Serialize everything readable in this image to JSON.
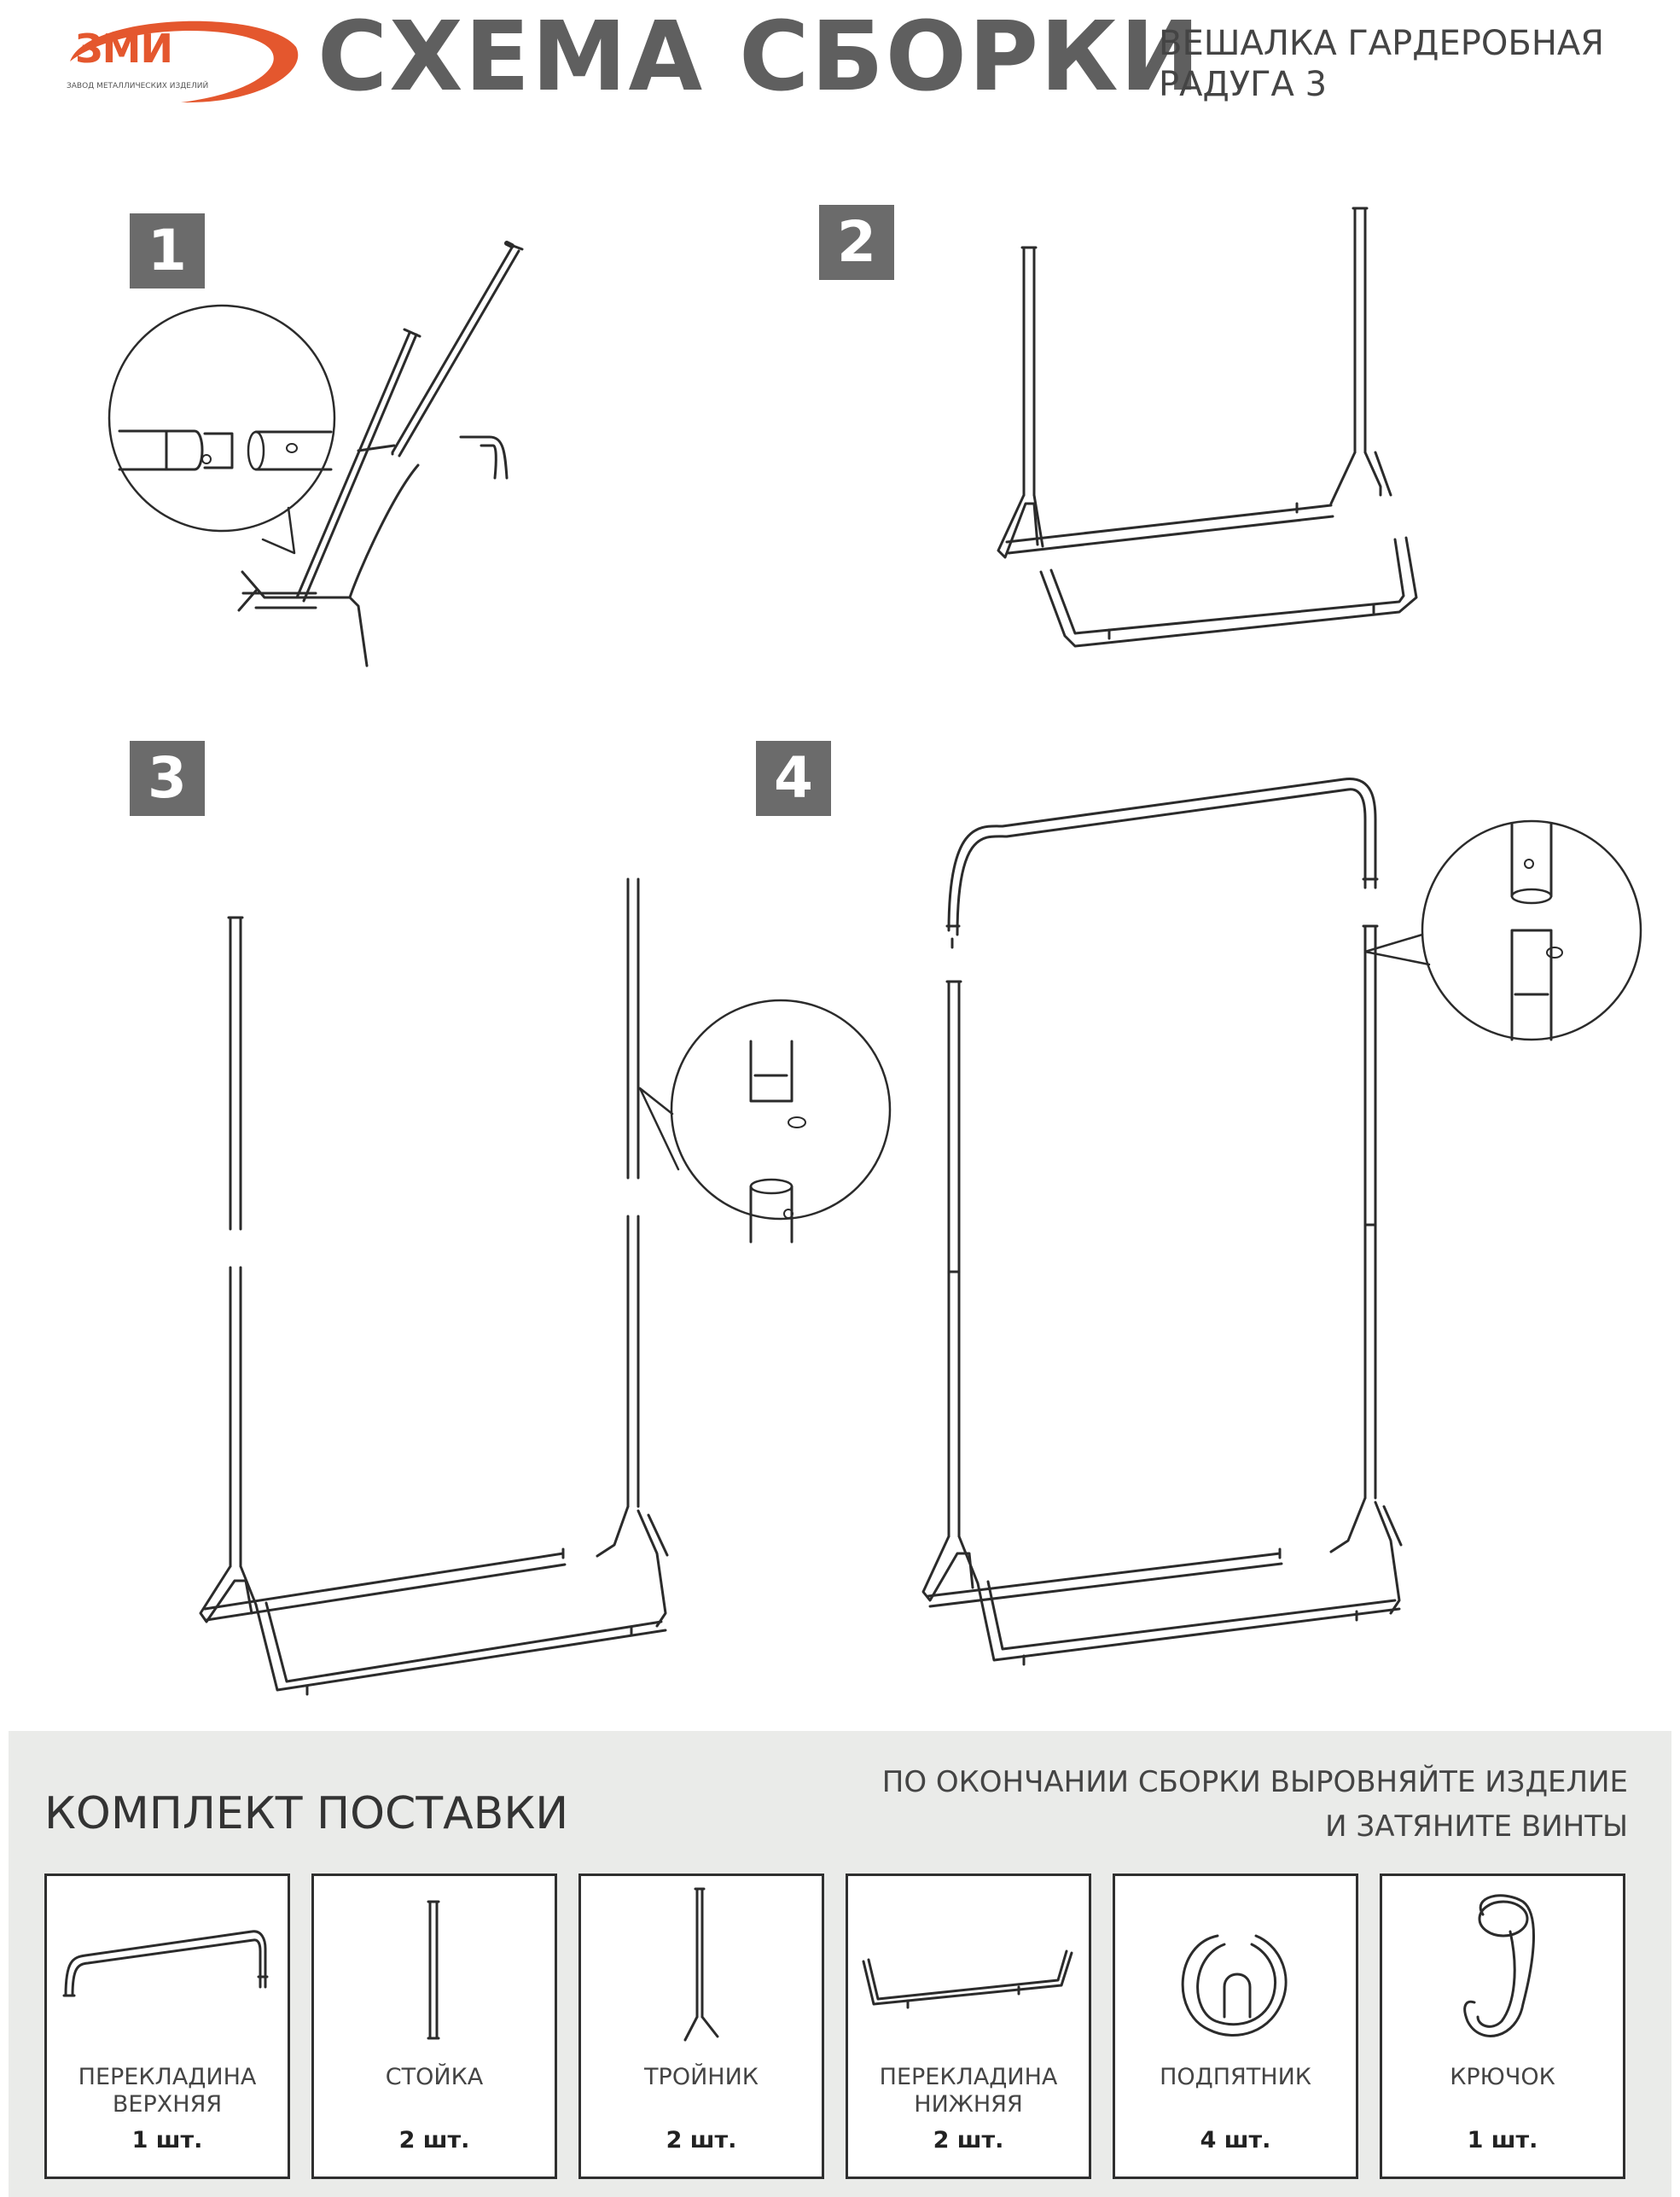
{
  "header": {
    "logo_text": "ЗМИ",
    "logo_subtitle": "ЗАВОД МЕТАЛЛИЧЕСКИХ ИЗДЕЛИЙ",
    "title": "СХЕМА СБОРКИ",
    "subtitle_line1": "ВЕШАЛКА ГАРДЕРОБНАЯ",
    "subtitle_line2": "РАДУГА 3"
  },
  "steps": [
    {
      "number": "1"
    },
    {
      "number": "2"
    },
    {
      "number": "3"
    },
    {
      "number": "4"
    }
  ],
  "kit": {
    "title": "КОМПЛЕКТ ПОСТАВКИ",
    "note_line1": "ПО ОКОНЧАНИИ СБОРКИ ВЫРОВНЯЙТЕ ИЗДЕЛИЕ",
    "note_line2": "И ЗАТЯНИТЕ ВИНТЫ",
    "items": [
      {
        "name": "ПЕРЕКЛАДИНА\nВЕРХНЯЯ",
        "qty": "1 шт."
      },
      {
        "name": "СТОЙКА",
        "qty": "2 шт."
      },
      {
        "name": "ТРОЙНИК",
        "qty": "2 шт."
      },
      {
        "name": "ПЕРЕКЛАДИНА\nНИЖНЯЯ",
        "qty": "2 шт."
      },
      {
        "name": "ПОДПЯТНИК",
        "qty": "4 шт."
      },
      {
        "name": "КРЮЧОК",
        "qty": "1 шт."
      }
    ]
  },
  "colors": {
    "logo_orange": "#e4572e",
    "badge_gray": "#6b6b6b",
    "panel_bg": "#eaebe9",
    "title_gray": "#5f5f5f"
  }
}
